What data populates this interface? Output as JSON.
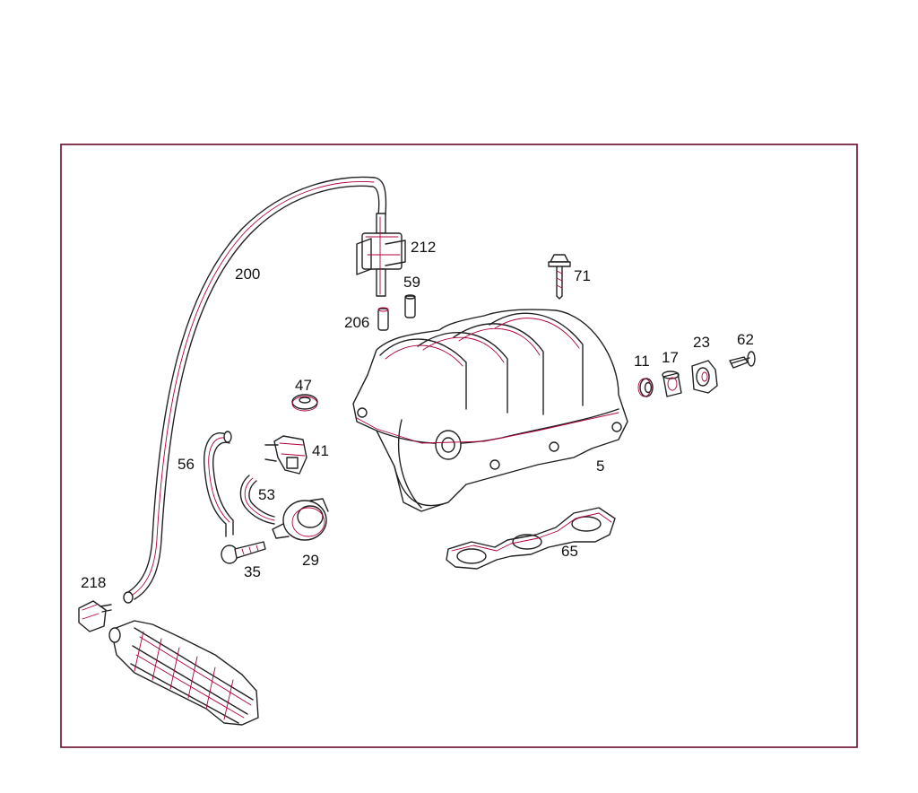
{
  "diagram": {
    "callouts": [
      {
        "id": "200",
        "text": "200"
      },
      {
        "id": "212",
        "text": "212"
      },
      {
        "id": "59",
        "text": "59"
      },
      {
        "id": "206",
        "text": "206"
      },
      {
        "id": "71",
        "text": "71"
      },
      {
        "id": "47",
        "text": "47"
      },
      {
        "id": "11",
        "text": "11"
      },
      {
        "id": "17",
        "text": "17"
      },
      {
        "id": "23",
        "text": "23"
      },
      {
        "id": "62",
        "text": "62"
      },
      {
        "id": "56",
        "text": "56"
      },
      {
        "id": "41",
        "text": "41"
      },
      {
        "id": "53",
        "text": "53"
      },
      {
        "id": "5",
        "text": "5"
      },
      {
        "id": "29",
        "text": "29"
      },
      {
        "id": "35",
        "text": "35"
      },
      {
        "id": "65",
        "text": "65"
      },
      {
        "id": "218",
        "text": "218"
      }
    ]
  }
}
